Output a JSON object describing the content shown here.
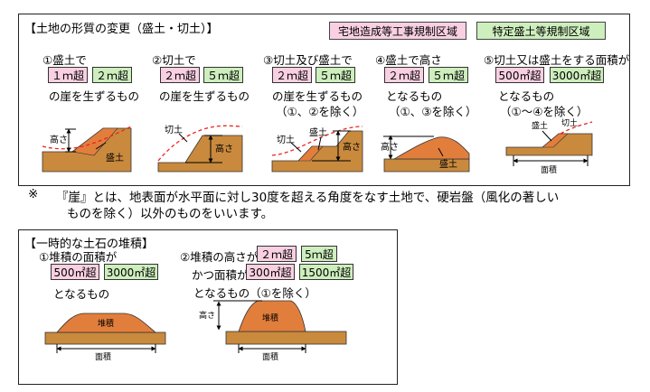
{
  "section1": {
    "title": "【土地の形質の変更（盛土・切土）】",
    "legend_takuchi": "宅地造成等工事規制区域",
    "legend_tokutei": "特定盛土等規制区域",
    "case1": {
      "title": "①盛土で",
      "tag_pink": "１ｍ超",
      "tag_green": "２ｍ超",
      "line2": "の崖を生ずるもの",
      "label_height": "高さ",
      "label_fill": "盛土"
    },
    "case2": {
      "title": "②切土で",
      "tag_pink": "２ｍ超",
      "tag_green": "５ｍ超",
      "line2": "の崖を生ずるもの",
      "label_cut": "切土",
      "label_height": "高さ"
    },
    "case3": {
      "title": "③切土及び盛土で",
      "tag_pink": "２ｍ超",
      "tag_green": "５ｍ超",
      "line2": "の崖を生ずるもの",
      "line3": "（①、②を除く）",
      "label_cut": "切土",
      "label_height": "高さ",
      "label_fill": "盛土"
    },
    "case4": {
      "title": "④盛土で高さ",
      "tag_pink": "２ｍ超",
      "tag_green": "５ｍ超",
      "line2": "となるもの",
      "line3": "（①、③を除く）",
      "label_height": "高さ",
      "label_fill": "盛土"
    },
    "case5": {
      "title": "⑤切土又は盛土をする面積が",
      "tag_pink": "500㎡超",
      "tag_green": "3000㎡超",
      "line2": "となるもの",
      "line3": "（①～④を除く）",
      "label_fill": "盛土",
      "label_cut": "切土",
      "label_area": "面積"
    }
  },
  "footnote": {
    "mark": "※",
    "line1": "『崖』とは、地表面が水平面に対し30度を超える角度をなす土地で、硬岩盤（風化の著しい",
    "line2": "ものを除く）以外のものをいいます。"
  },
  "section2": {
    "title": "【一時的な土石の堆積】",
    "case1": {
      "line1": "①堆積の面積が",
      "tag_pink": "500㎡超",
      "tag_green": "3000㎡超",
      "line2": "となるもの",
      "label_pile": "堆積",
      "label_area": "面積"
    },
    "case2": {
      "line1": "②堆積の高さが",
      "tag_pink": "２ｍ超",
      "tag_green": "5ｍ超",
      "line2": "かつ面積が",
      "tag_pink2": "300㎡超",
      "tag_green2": "1500㎡超",
      "line3": "となるもの（①を除く）",
      "label_height": "高さ",
      "label_pile": "堆積",
      "label_area": "面積"
    }
  },
  "colors": {
    "pink": "#f9d0e2",
    "green": "#cdeebd",
    "soil": "#c98a3e",
    "fill_soil": "#e27e3c",
    "dashed": "#ee2222"
  }
}
